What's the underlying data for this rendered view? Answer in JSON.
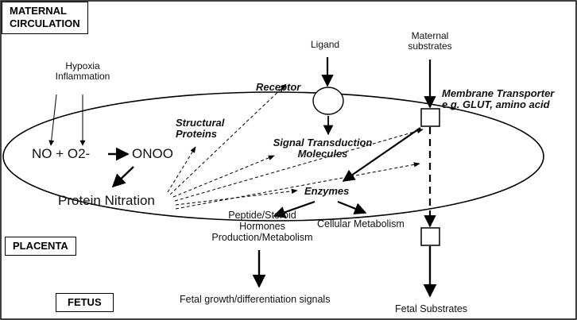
{
  "regions": {
    "maternal_line1": "MATERNAL",
    "maternal_line2": "CIRCULATION",
    "placenta": "PLACENTA",
    "fetus": "FETUS"
  },
  "labels": {
    "hypoxia": "Hypoxia",
    "inflammation": "Inflammation",
    "no_o2": "NO + O2-",
    "onoo": "ONOO",
    "protein_nitration": "Protein Nitration",
    "structural_line1": "Structural",
    "structural_line2": "Proteins",
    "receptor": "Receptor",
    "ligand": "Ligand",
    "signal_line1": "Signal Transduction",
    "signal_line2": "Molecules",
    "enzymes": "Enzymes",
    "maternal_substrates_line1": "Maternal",
    "maternal_substrates_line2": "substrates",
    "membrane_transporter_line1": "Membrane Transporter",
    "membrane_transporter_line2": "e.g. GLUT, amino acid",
    "peptide_line1": "Peptide/Steroid",
    "peptide_line2": "Hormones",
    "peptide_line3": "Production/Metabolism",
    "cellular_metabolism": "Cellular Metabolism",
    "fetal_growth": "Fetal growth/differentiation signals",
    "fetal_substrates": "Fetal Substrates"
  }
}
